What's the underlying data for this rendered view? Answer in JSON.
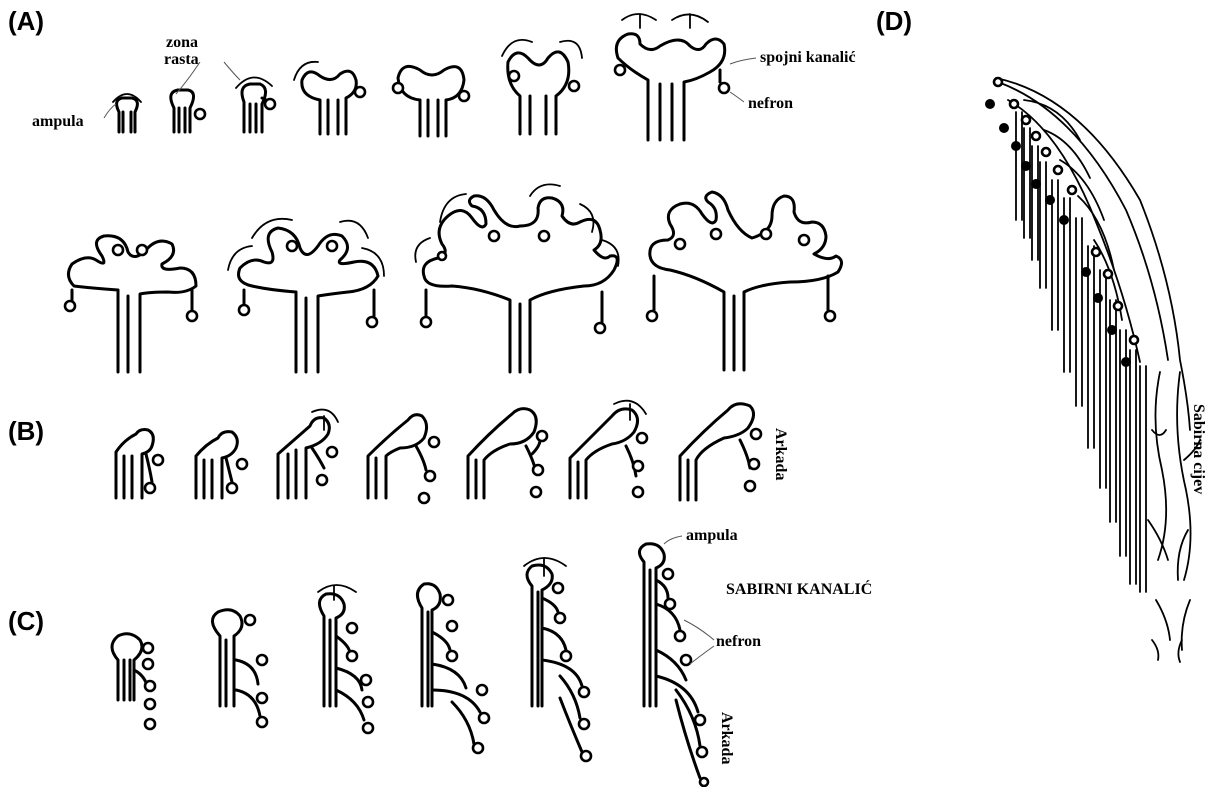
{
  "panels": {
    "a": "(A)",
    "b": "(B)",
    "c": "(C)",
    "d": "(D)"
  },
  "labels": {
    "zona": "zona",
    "rasta": "rasta",
    "ampula_a": "ampula",
    "spojni_kanalic": "spojni kanalić",
    "nefron_a": "nefron",
    "arkada_b": "Arkada",
    "ampula_c": "ampula",
    "sabirni_kanalic": "SABIRNI KANALIĆ",
    "nefron_c": "nefron",
    "arkada_c": "Arkada",
    "sabirna_cijev": "Sabirna cijev"
  },
  "colors": {
    "ink": "#000000",
    "background": "#ffffff"
  }
}
